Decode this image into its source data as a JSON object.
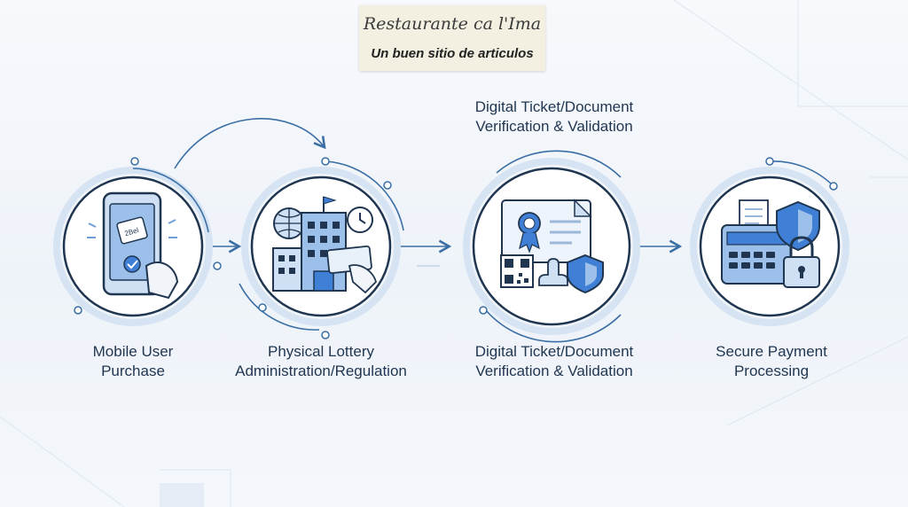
{
  "banner": {
    "title": "Restaurante ca l'Ima",
    "subtitle": "Un buen sitio de articulos"
  },
  "header": {
    "line1": "Digital Ticket/Document",
    "line2": "Verification & Validation"
  },
  "stages": [
    {
      "line1": "Mobile User",
      "line2": "Purchase",
      "icon": "mobile-ticket-icon"
    },
    {
      "line1": "Physical Lottery",
      "line2": "Administration/Regulation",
      "icon": "lottery-administration-icon"
    },
    {
      "line1": "Digital Ticket/Document",
      "line2": "Verification & Validation",
      "icon": "document-verification-icon"
    },
    {
      "line1": "Secure Payment",
      "line2": "Processing",
      "icon": "secure-payment-icon"
    }
  ],
  "ticket_text": "2Bel",
  "colors": {
    "navy": "#1f3550",
    "accent_blue": "#3f7fd6",
    "light_blue": "#cfe0f5",
    "ring": "#d5e3f3"
  }
}
